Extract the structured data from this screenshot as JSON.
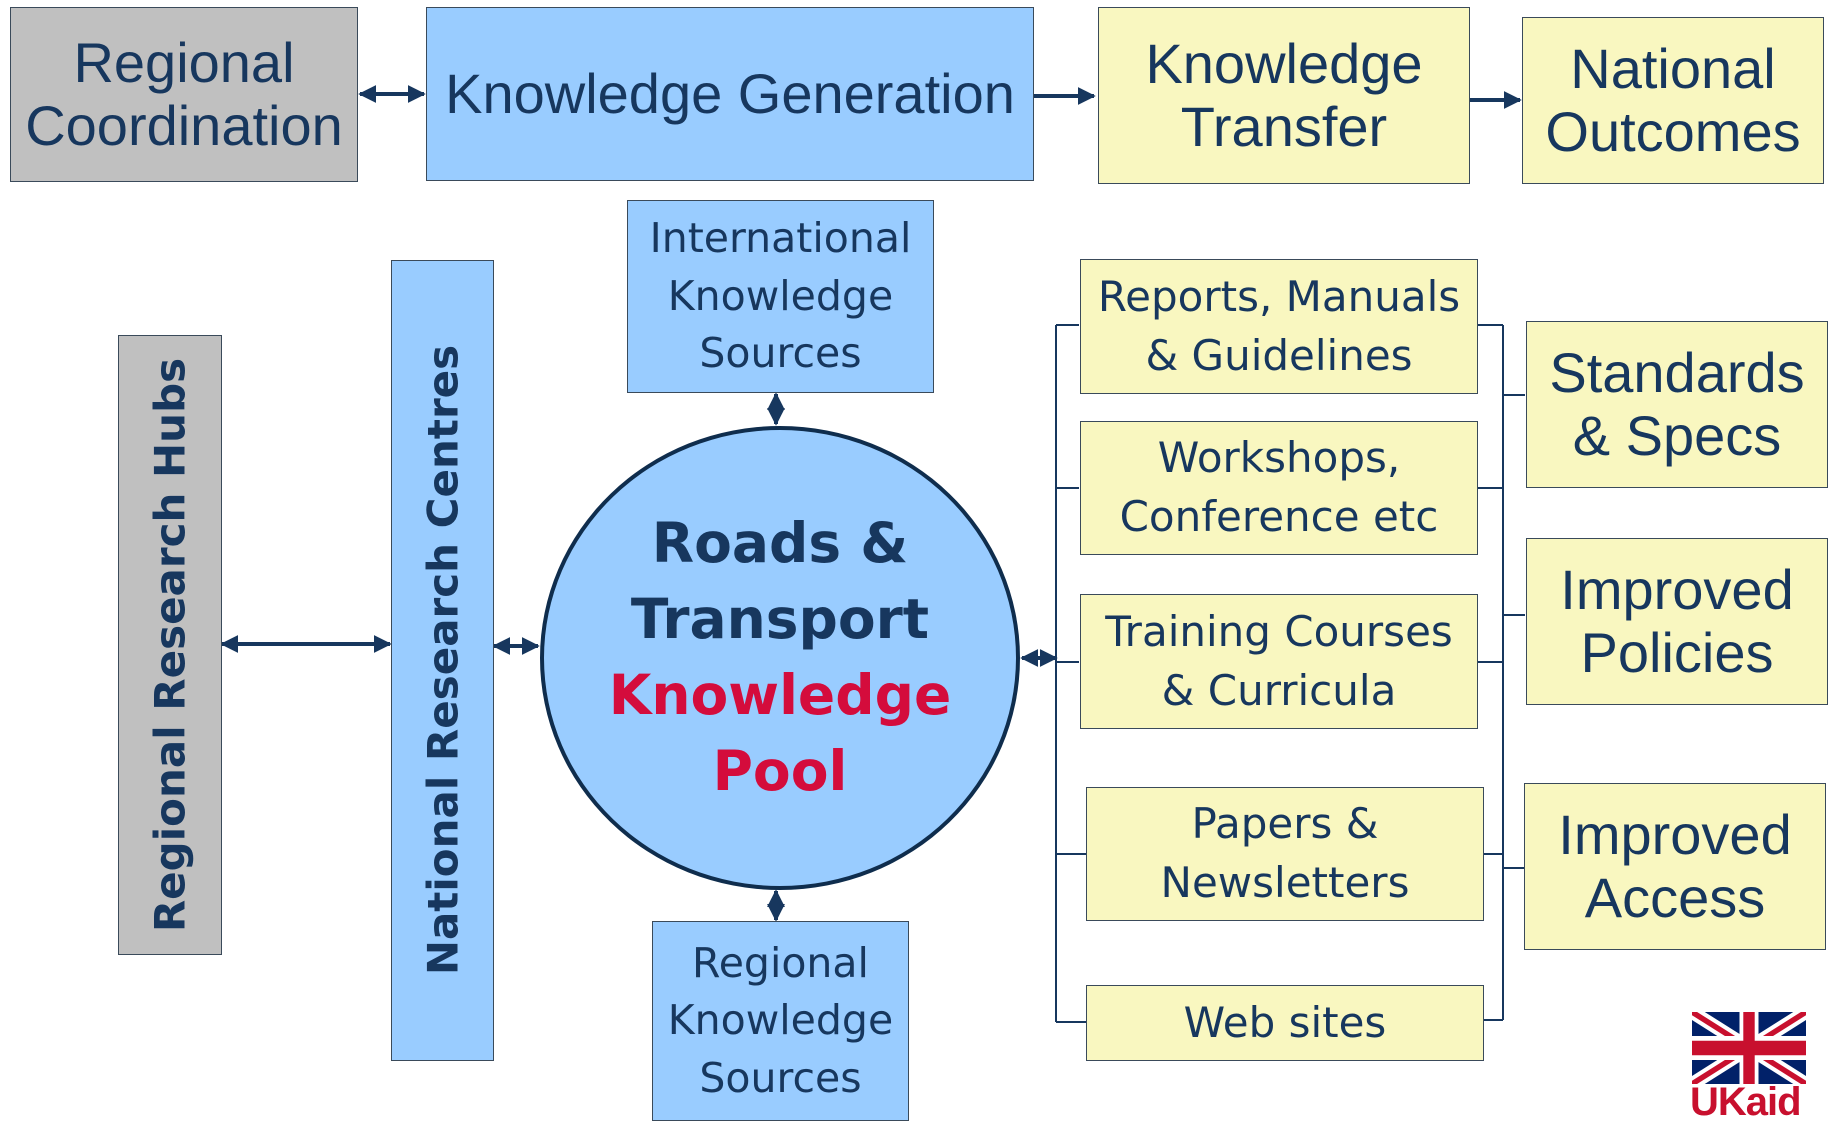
{
  "top_row": {
    "regional_coordination": "Regional\nCoordination",
    "knowledge_generation": "Knowledge Generation",
    "knowledge_transfer": "Knowledge\nTransfer",
    "national_outcomes": "National\nOutcomes"
  },
  "left": {
    "regional_research_hubs": "Regional Research Hubs",
    "national_research_centres": "National Research Centres"
  },
  "sources": {
    "international": "International\nKnowledge\nSources",
    "regional": "Regional\nKnowledge\nSources"
  },
  "pool": {
    "line1": "Roads &",
    "line2": "Transport",
    "line3": "Knowledge",
    "line4": "Pool"
  },
  "transfer_items": [
    "Reports, Manuals\n& Guidelines",
    "Workshops,\nConference etc",
    "Training Courses\n& Curricula",
    "Papers &\nNewsletters",
    "Web sites"
  ],
  "outcomes": [
    "Standards\n& Specs",
    "Improved\nPolicies",
    "Improved\nAccess"
  ],
  "logo": {
    "text": "UKaid"
  },
  "colors": {
    "grey_box": "#c0c0c0",
    "blue_box": "#99ccff",
    "yellow_box": "#f9f7c0",
    "text_navy": "#17375e",
    "text_red": "#d40c3c",
    "connector": "#17375e"
  }
}
